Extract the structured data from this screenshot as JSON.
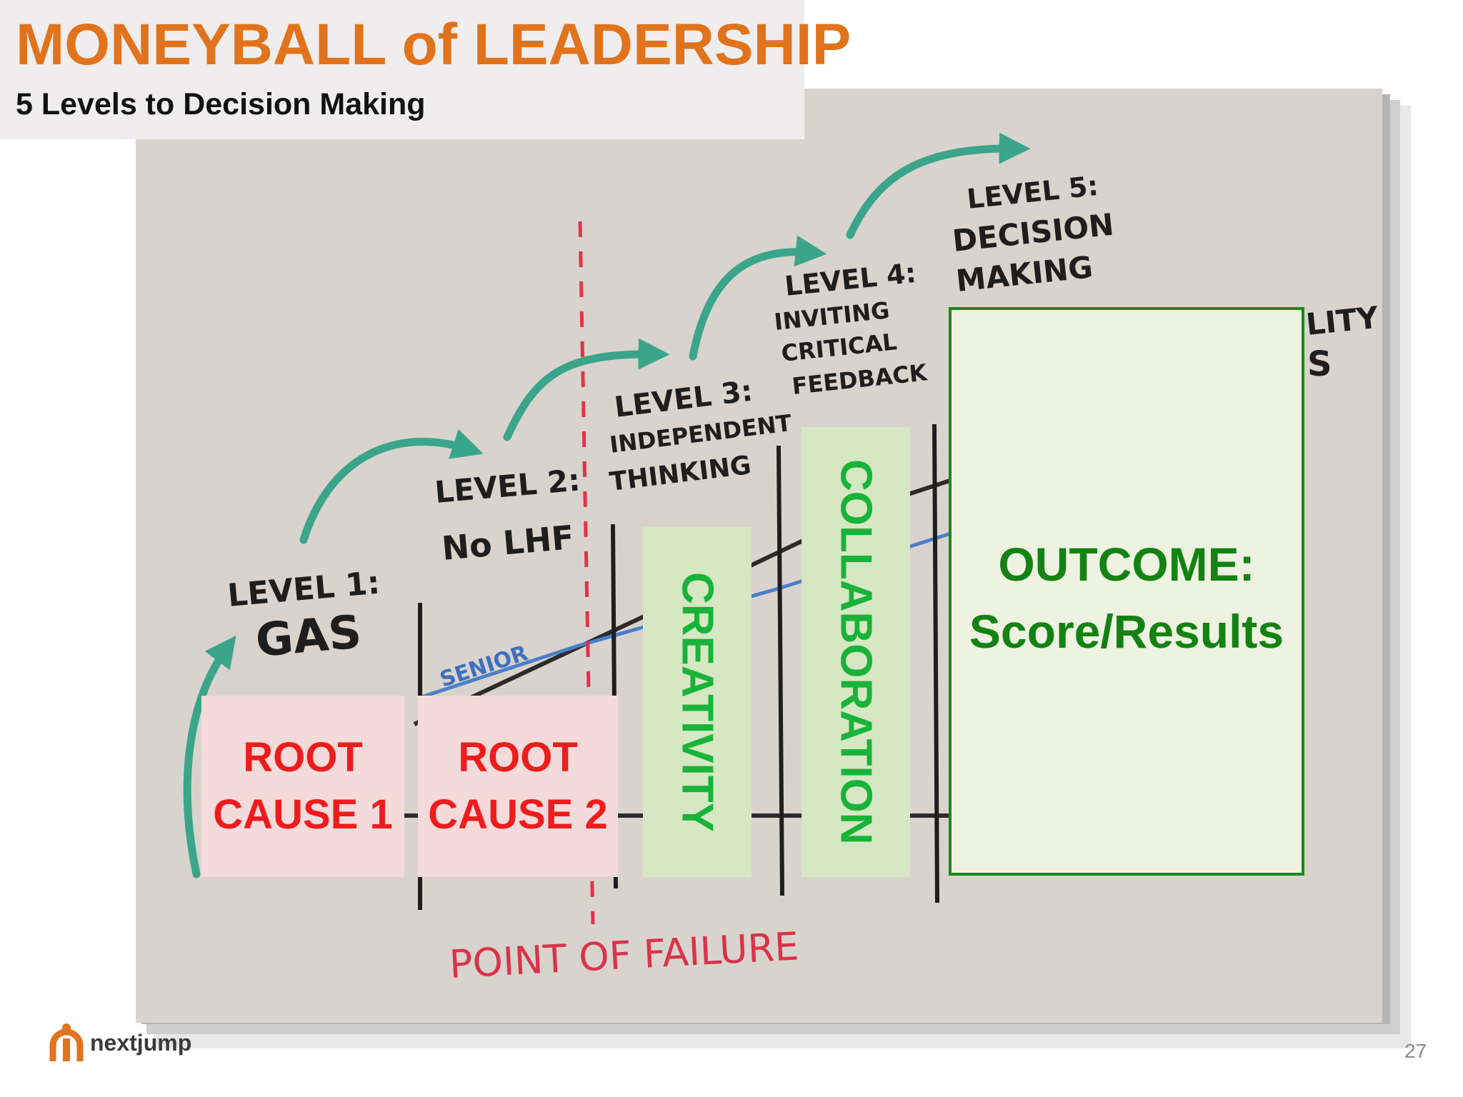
{
  "header": {
    "title": "MONEYBALL of LEADERSHIP",
    "subtitle": "5 Levels to Decision Making"
  },
  "whiteboard": {
    "level1_line1": "LEVEL 1:",
    "level1_line2": "GAS",
    "level2_line1": "LEVEL 2:",
    "level2_line2": "No LHF",
    "level3_line1": "LEVEL 3:",
    "level3_line2": "INDEPENDENT",
    "level3_line3": "THINKING",
    "level4_line1": "LEVEL 4:",
    "level4_line2": "INVITING",
    "level4_line3": "CRITICAL",
    "level4_line4": "FEEDBACK",
    "level5_line1": "LEVEL 5:",
    "level5_line2": "DECISION",
    "level5_line3": "MAKING",
    "senior_label": "SENIOR",
    "point_of_failure": "POINT OF FAILURE",
    "partial_right_1": "LITY",
    "partial_right_2": "S"
  },
  "overlays": {
    "root_cause_1_line1": "ROOT",
    "root_cause_1_line2": "CAUSE 1",
    "root_cause_2_line1": "ROOT",
    "root_cause_2_line2": "CAUSE 2",
    "creativity": "CREATIVITY",
    "collaboration": "COLLABORATION",
    "outcome_line1": "OUTCOME:",
    "outcome_line2": "Score/Results"
  },
  "footer": {
    "logo_text": "nextjump",
    "page_number": "27"
  },
  "colors": {
    "title": "#e0731b",
    "root_cause_text": "#ee1c1c",
    "green_text": "#18b339",
    "outcome_text": "#138212",
    "arrow_teal": "#3aa58a"
  }
}
